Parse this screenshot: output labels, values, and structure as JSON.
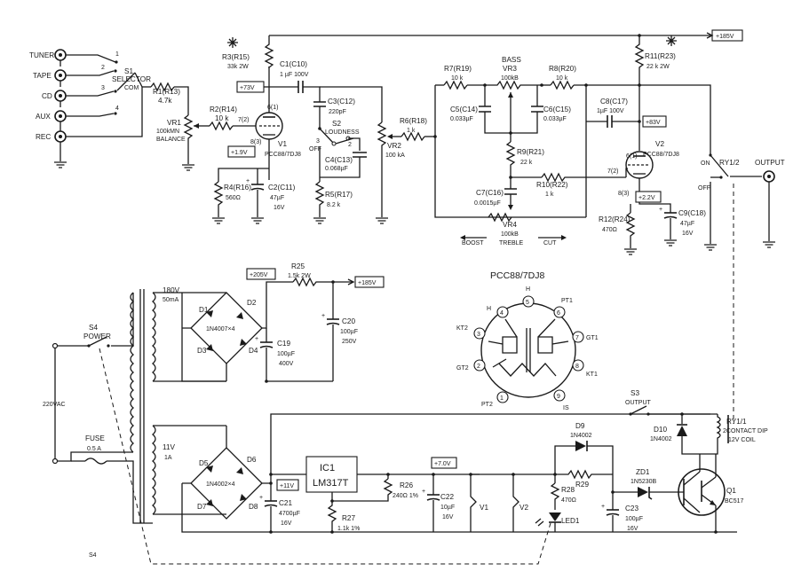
{
  "inputs": [
    "TUNER",
    "TAPE",
    "CD",
    "AUX",
    "REC"
  ],
  "selector": {
    "name": "S1",
    "line1": "SELECTOR",
    "com": "COM",
    "positions": [
      "1",
      "2",
      "3",
      "4"
    ]
  },
  "r1": {
    "name": "R1(R13)",
    "value": "4.7k"
  },
  "vr1": {
    "name": "VR1",
    "value": "100kMN",
    "function": "BALANCE"
  },
  "r2": {
    "name": "R2(R14)",
    "value": "10 k"
  },
  "r3": {
    "name": "R3(R15)",
    "value": "33k 2W"
  },
  "c1": {
    "name": "C1(C10)",
    "value": "1 µF 100V"
  },
  "c3": {
    "name": "C3(C12)",
    "value": "220pF"
  },
  "s2": {
    "name": "S2",
    "function": "LOUDNESS",
    "off": "OFF",
    "p2": "2",
    "p3": "3"
  },
  "c4": {
    "name": "C4(C13)",
    "value": "0.068µF"
  },
  "r5": {
    "name": "R5(R17)",
    "value": "8.2 k"
  },
  "r4": {
    "name": "R4(R16)",
    "value": "560Ω"
  },
  "c2": {
    "name": "C2(C11)",
    "value": "47µF",
    "voltage": "16V"
  },
  "v1": {
    "name": "V1",
    "type": "PCC88/7DJ8",
    "pin6": "6(1)",
    "pin7": "7(2)",
    "pin8": "8(3)"
  },
  "v2": {
    "name": "V2",
    "type": "PCC88/7DJ8",
    "pin6": "6(1)",
    "pin7": "7(2)",
    "pin8": "8(3)"
  },
  "vr2": {
    "name": "VR2",
    "value": "100 kA"
  },
  "r6": {
    "name": "R6(R18)",
    "value": "1 k"
  },
  "bass": {
    "title": "BASS",
    "vr3": "VR3",
    "vr3_value": "100kB"
  },
  "r7": {
    "name": "R7(R19)",
    "value": "10 k"
  },
  "r8": {
    "name": "R8(R20)",
    "value": "10 k"
  },
  "c5": {
    "name": "C5(C14)",
    "value": "0.033µF"
  },
  "c6": {
    "name": "C6(C15)",
    "value": "0.033µF"
  },
  "r9": {
    "name": "R9(R21)",
    "value": "22 k"
  },
  "c7": {
    "name": "C7(C16)",
    "value": "0.0015µF"
  },
  "r10": {
    "name": "R10(R22)",
    "value": "1 k"
  },
  "vr4": {
    "name": "VR4",
    "value": "100kB",
    "function": "TREBLE"
  },
  "boost": "BOOST",
  "cut": "CUT",
  "r11": {
    "name": "R11(R23)",
    "value": "22 k 2W"
  },
  "c8": {
    "name": "C8(C17)",
    "value": "1µF 100V"
  },
  "r12": {
    "name": "R12(R24)",
    "value": "470Ω"
  },
  "c9": {
    "name": "C9(C18)",
    "value": "47µF",
    "voltage": "16V"
  },
  "ry12": {
    "name": "RY1/2",
    "on": "ON",
    "off": "OFF"
  },
  "output_label": "OUTPUT",
  "voltages": {
    "v185_top": "+185V",
    "v73": "+73V",
    "v19": "+1.9V",
    "v83": "+83V",
    "v22": "+2.2V",
    "v205": "+205V",
    "v185_ps": "+185V",
    "v11": "+11V",
    "v70": "+7.0V"
  },
  "transformer": {
    "hv": "180V",
    "hv_i": "50mA",
    "lv": "11V",
    "lv_i": "1A"
  },
  "bridge_hv": {
    "diodes": [
      "D1",
      "D2",
      "D3",
      "D4"
    ],
    "type": "1N4007×4"
  },
  "bridge_lv": {
    "diodes": [
      "D5",
      "D6",
      "D7",
      "D8"
    ],
    "type": "1N4002×4"
  },
  "r25": {
    "name": "R25",
    "value": "1.5k 2W"
  },
  "c19": {
    "name": "C19",
    "value": "100µF",
    "voltage": "400V"
  },
  "c20": {
    "name": "C20",
    "value": "100µF",
    "voltage": "250V"
  },
  "s4": {
    "name": "S4",
    "function": "POWER",
    "name_note": "S4"
  },
  "mains": "220VAC",
  "fuse": {
    "name": "FUSE",
    "value": "0.5 A"
  },
  "c21": {
    "name": "C21",
    "value": "4700µF",
    "voltage": "16V"
  },
  "ic1": {
    "name": "IC1",
    "type": "LM317T"
  },
  "r26": {
    "name": "R26",
    "value": "240Ω 1%"
  },
  "r27": {
    "name": "R27",
    "value": "1.1k 1%"
  },
  "c22": {
    "name": "C22",
    "value": "10µF",
    "voltage": "16V"
  },
  "heaters": [
    "V1",
    "V2"
  ],
  "s3": {
    "name": "S3",
    "function": "OUTPUT"
  },
  "d9": {
    "name": "D9",
    "type": "1N4002"
  },
  "d10": {
    "name": "D10",
    "type": "1N4002"
  },
  "r28": {
    "name": "R28",
    "value": "470Ω"
  },
  "r29": {
    "name": "R29"
  },
  "led1": "LED1",
  "zd1": {
    "name": "ZD1",
    "type": "1N5230B"
  },
  "c23": {
    "name": "C23",
    "value": "100µF",
    "voltage": "16V"
  },
  "q1": {
    "name": "Q1",
    "type": "BC517"
  },
  "ry11": {
    "name": "RY1/1",
    "line1": "2CONTACT DIP",
    "line2": "12V COIL"
  },
  "pinout": {
    "title": "PCC88/7DJ8",
    "pins": [
      "H",
      "H",
      "PT1",
      "GT1",
      "KT1",
      "IS",
      "PT2",
      "GT2",
      "KT2"
    ],
    "numbers": [
      "4",
      "5",
      "6",
      "7",
      "8",
      "9",
      "1",
      "2",
      "3"
    ]
  }
}
